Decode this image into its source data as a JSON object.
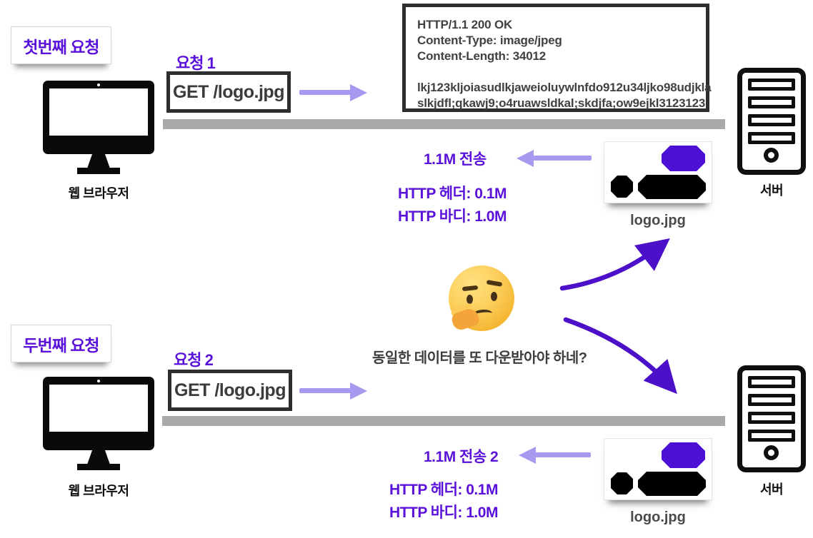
{
  "colors": {
    "accent_purple": "#5a11d9",
    "light_purple_arrow": "#a69af0",
    "curved_arrow_purple": "#4c10c8",
    "network_bar_gray": "#a9a9a9",
    "logo_shape_purple": "#4b10d3"
  },
  "first": {
    "note": "첫번째 요청",
    "browser_label": "웹 브라우저",
    "request_label": "요청 1",
    "request_text": "GET /logo.jpg",
    "response_lines": [
      "HTTP/1.1 200 OK",
      "Content-Type: image/jpeg",
      "Content-Length: 34012",
      "",
      "lkj123kljoiasudlkjaweioluywlnfdo912u34ljko98udjkla",
      "slkjdfl;qkawj9;o4ruawsldkal;skdjfa;ow9ejkl3123123"
    ],
    "server_label": "서버",
    "logo_label": "logo.jpg",
    "transfer_label": "1.1M 전송",
    "header_size": "HTTP 헤더: 0.1M",
    "body_size": "HTTP 바디: 1.0M"
  },
  "middle": {
    "question": "동일한 데이터를 또 다운받아야 하네?",
    "emoji_name": "thinking-face"
  },
  "second": {
    "note": "두번째 요청",
    "browser_label": "웹 브라우저",
    "request_label": "요청 2",
    "request_text": "GET /logo.jpg",
    "server_label": "서버",
    "logo_label": "logo.jpg",
    "transfer_label": "1.1M 전송 2",
    "header_size": "HTTP 헤더: 0.1M",
    "body_size": "HTTP 바디: 1.0M"
  }
}
